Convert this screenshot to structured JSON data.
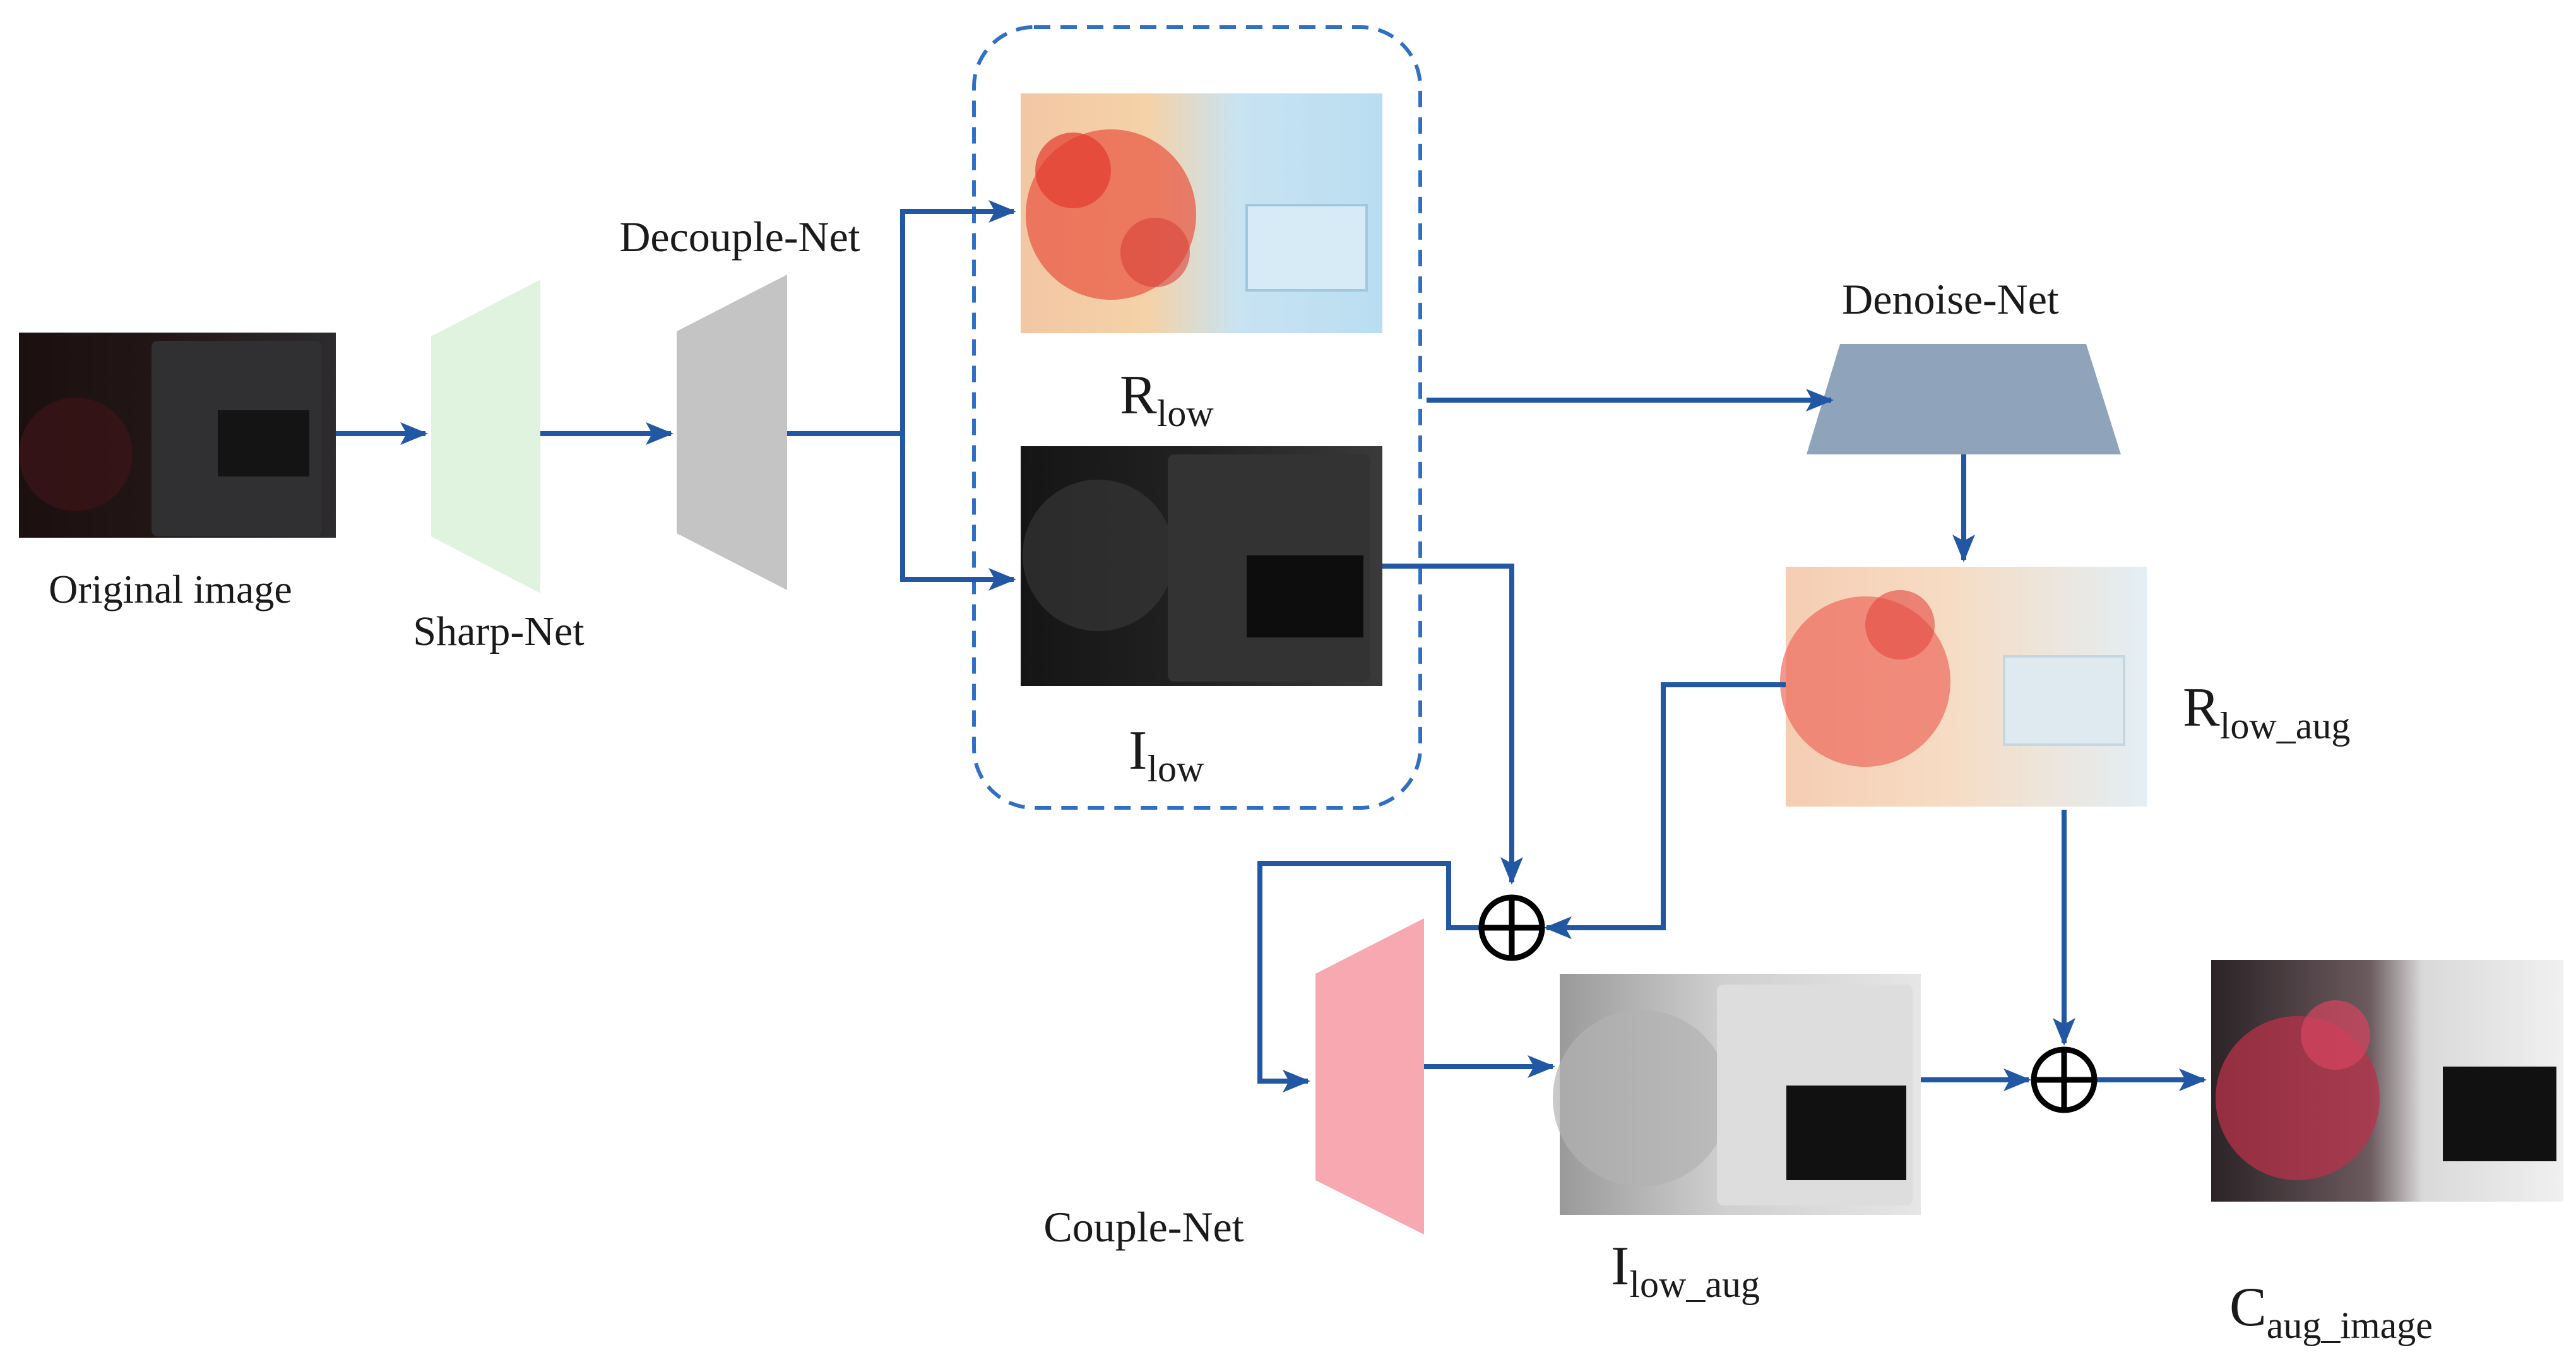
{
  "labels": {
    "original_image": "Original image",
    "sharp_net": "Sharp-Net",
    "decouple_net": "Decouple-Net",
    "denoise_net": "Denoise-Net",
    "couple_net": "Couple-Net"
  },
  "symbols": {
    "r_low": {
      "main": "R",
      "sub": "low"
    },
    "i_low": {
      "main": "I",
      "sub": "low"
    },
    "r_low_aug": {
      "main": "R",
      "sub": "low_aug"
    },
    "i_low_aug": {
      "main": "I",
      "sub": "low_aug"
    },
    "c_aug_image": {
      "main": "C",
      "sub": "aug_image"
    }
  },
  "images": {
    "original": "dark-flower-bucket-photo",
    "reflectance": "reflectance-map-photo",
    "illumination": "illumination-map-photo",
    "reflectance_aug": "denoised-reflectance-photo",
    "illumination_aug": "enhanced-illumination-photo",
    "result": "enhanced-result-photo"
  },
  "nodes": {
    "sum_top": "add-node",
    "sum_bottom": "add-node"
  },
  "colors": {
    "arrow": "#2257a3",
    "group_border": "#2f6fc4",
    "sharp_net": "#dff3df",
    "decouple_net": "#c4c4c4",
    "denoise_net": "#8fa3bb",
    "couple_net": "#f7a8b0"
  }
}
